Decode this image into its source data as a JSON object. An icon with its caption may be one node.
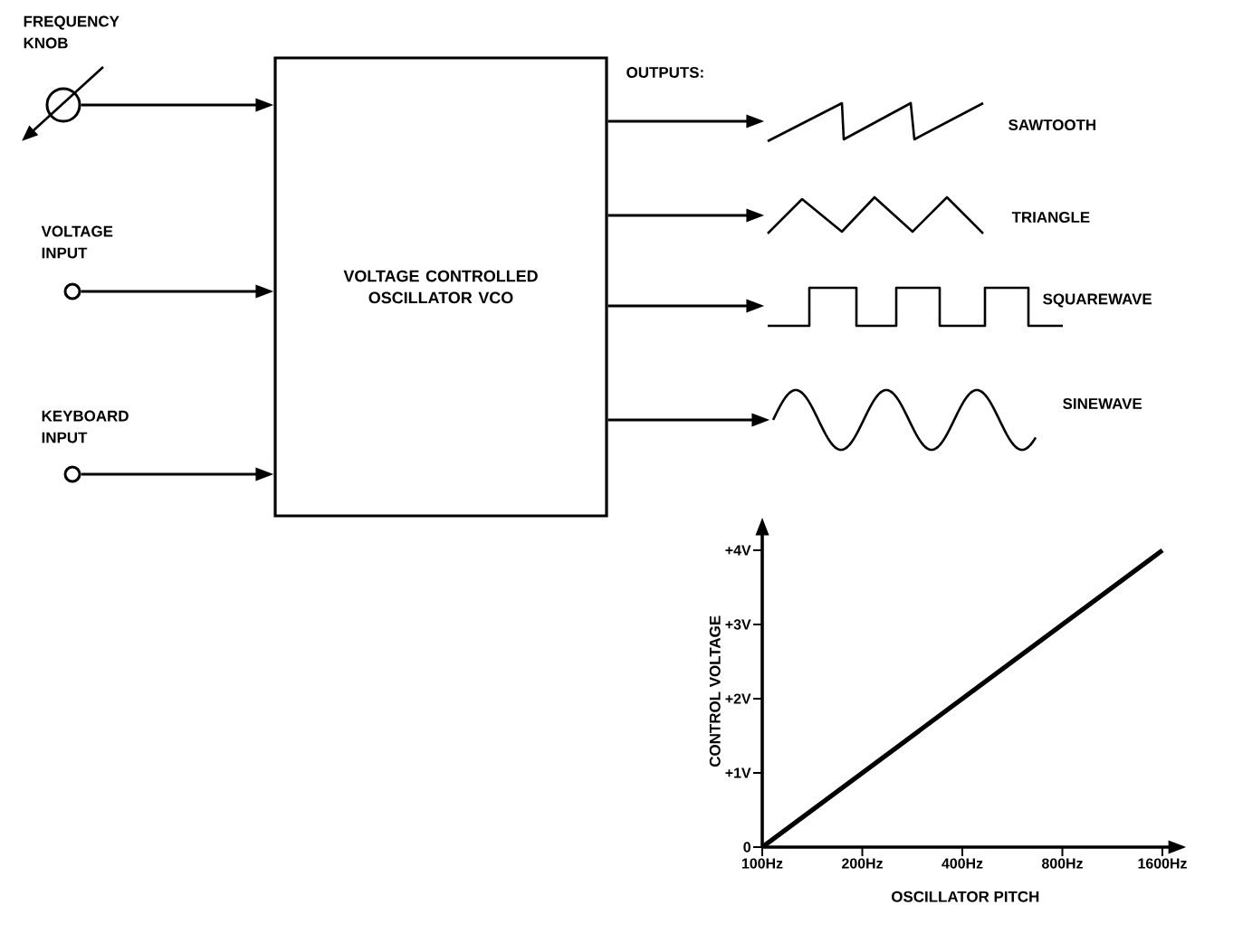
{
  "diagram": {
    "nodes": [
      {
        "text": [
          "VOLTAGE CONTROLLED OSCILLATOR VCO"
        ]
      },
      {
        "text": [
          "FREQUENCY KNOB"
        ]
      },
      {
        "text": [
          "VOLTAGE INPUT"
        ]
      },
      {
        "text": [
          "KEYBOARD INPUT"
        ]
      },
      {
        "text": [
          "SAWTOOTH"
        ]
      },
      {
        "text": [
          "TRIANGLE"
        ]
      },
      {
        "text": [
          "SQUAREWAVE"
        ]
      },
      {
        "text": [
          "SINEWAVE"
        ]
      }
    ],
    "edges": [
      {
        "from": 1,
        "to": 0,
        "arrow": "to"
      },
      {
        "from": 2,
        "to": 0,
        "arrow": "to"
      },
      {
        "from": 3,
        "to": 0,
        "arrow": "to"
      },
      {
        "from": 0,
        "to": 4,
        "arrow": "to"
      },
      {
        "from": 0,
        "to": 5,
        "arrow": "to"
      },
      {
        "from": 0,
        "to": 6,
        "arrow": "to"
      },
      {
        "from": 0,
        "to": 7,
        "arrow": "to"
      }
    ],
    "labels": [
      "OUTPUTS:"
    ],
    "chart_data": {
      "type": "line",
      "xlabel": "OSCILLATOR PITCH",
      "ylabel": "CONTROL VOLTAGE",
      "categories": [
        "100Hz",
        "200Hz",
        "400Hz",
        "800Hz",
        "1600Hz"
      ],
      "series": [
        {
          "color": "#000000",
          "values": [
            0,
            1,
            2,
            3,
            4
          ]
        }
      ],
      "ylim": [
        0,
        4.2
      ],
      "yticks": [
        {
          "value": 0,
          "label": "0"
        },
        {
          "value": 1,
          "label": "+1V"
        },
        {
          "value": 2,
          "label": "+2V"
        },
        {
          "value": 3,
          "label": "+3V"
        },
        {
          "value": 4,
          "label": "+4V"
        }
      ]
    }
  }
}
